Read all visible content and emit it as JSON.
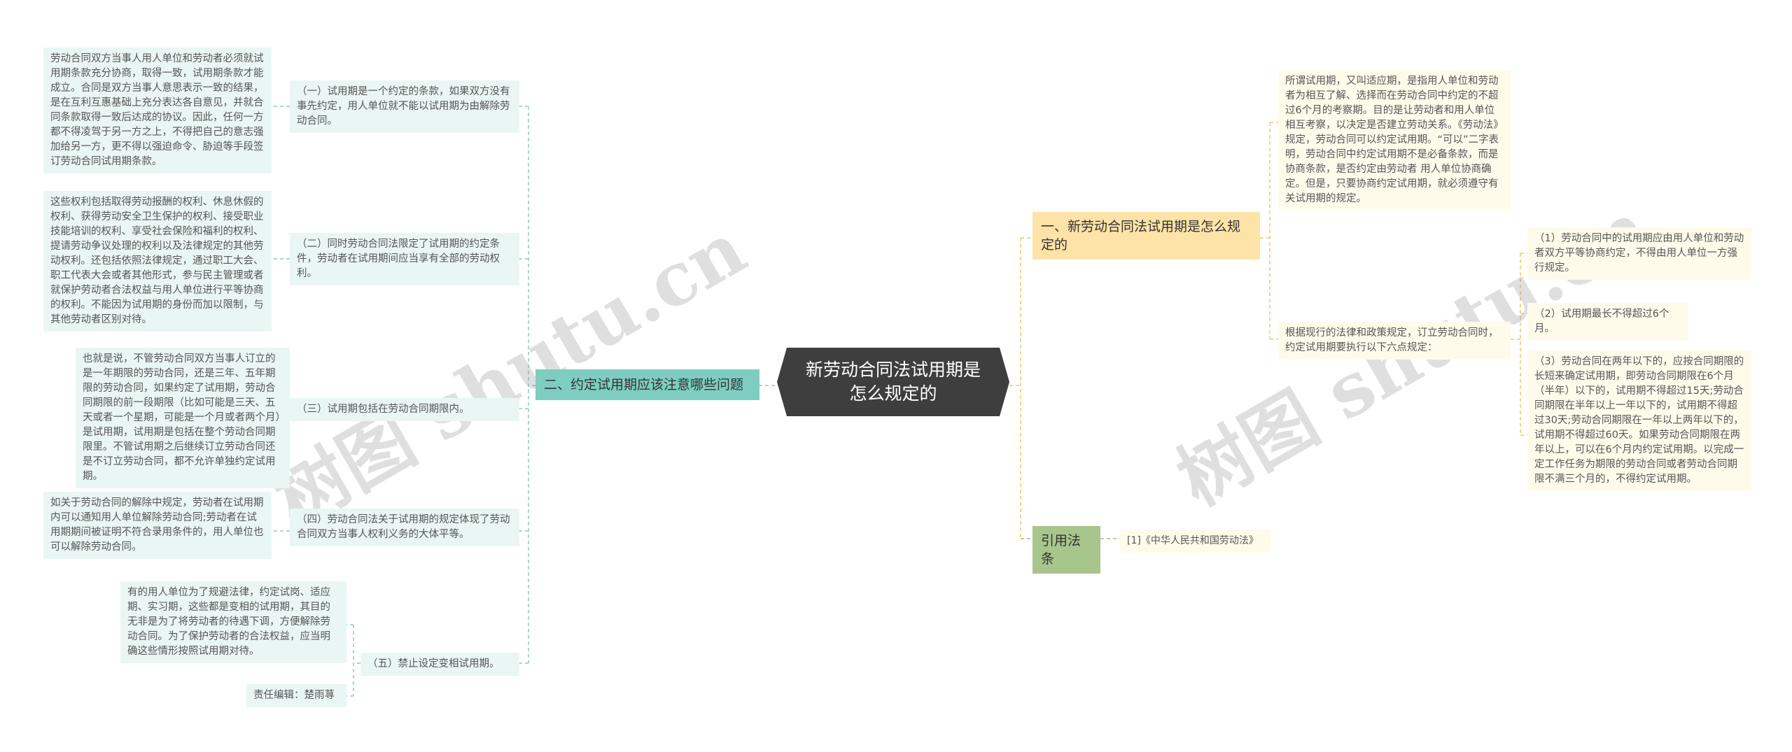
{
  "root": {
    "title": "新劳动合同法试用期是怎么规定的"
  },
  "branches": {
    "left": {
      "label": "二、约定试用期应该注意哪些问题",
      "items": [
        {
          "label": "（一）试用期是一个约定的条款，如果双方没有事先约定，用人单位就不能以试用期为由解除劳动合同。",
          "detail": "劳动合同双方当事人用人单位和劳动者必须就试用期条款充分协商，取得一致，试用期条款才能成立。合同是双方当事人意思表示一致的结果，是在互利互惠基础上充分表达各自意见，并就合同条款取得一致后达成的协议。因此，任何一方都不得凌驾于另一方之上，不得把自己的意志强加给另一方，更不得以强迫命令、胁迫等手段签订劳动合同试用期条款。"
        },
        {
          "label": "（二）同时劳动合同法限定了试用期的约定条件，劳动者在试用期间应当享有全部的劳动权利。",
          "detail": "这些权利包括取得劳动报酬的权利、休息休假的权利、获得劳动安全卫生保护的权利、接受职业技能培训的权利、享受社会保险和福利的权利、提请劳动争议处理的权利以及法律规定的其他劳动权利。还包括依照法律规定，通过职工大会、职工代表大会或者其他形式，参与民主管理或者就保护劳动者合法权益与用人单位进行平等协商的权利。不能因为试用期的身份而加以限制，与其他劳动者区别对待。"
        },
        {
          "label": "（三）试用期包括在劳动合同期限内。",
          "detail": "也就是说，不管劳动合同双方当事人订立的是一年期限的劳动合同，还是三年、五年期限的劳动合同，如果约定了试用期，劳动合同期限的前一段期限（比如可能是三天、五天或者一个星期，可能是一个月或者两个月）是试用期，试用期是包括在整个劳动合同期限里。不管试用期之后继续订立劳动合同还是不订立劳动合同，都不允许单独约定试用期。"
        },
        {
          "label": "（四）劳动合同法关于试用期的规定体现了劳动合同双方当事人权利义务的大体平等。",
          "detail": "如关于劳动合同的解除中规定，劳动者在试用期内可以通知用人单位解除劳动合同;劳动者在试用期期间被证明不符合录用条件的，用人单位也可以解除劳动合同。"
        },
        {
          "label": "（五）禁止设定变相试用期。",
          "detail": "有的用人单位为了规避法律，约定试岗、适应期、实习期，这些都是变相的试用期，其目的无非是为了将劳动者的待遇下调，方便解除劳动合同。为了保护劳动者的合法权益，应当明确这些情形按照试用期对待。",
          "editor": "责任编辑：楚雨荨"
        }
      ]
    },
    "right_top": {
      "label": "一、新劳动合同法试用期是怎么规定的",
      "intro": "所谓试用期，又叫适应期，是指用人单位和劳动者为相互了解、选择而在劳动合同中约定的不超过6个月的考察期。目的是让劳动者和用人单位相互考察，以决定是否建立劳动关系。《劳动法》规定，劳动合同可以约定试用期。“可以”二字表明，劳动合同中约定试用期不是必备条款，而是协商条款，是否约定由劳动者 用人单位协商确定。但是，只要协商约定试用期，就必须遵守有关试用期的规定。",
      "rules_label": "根据现行的法律和政策规定，订立劳动合同时，约定试用期要执行以下六点规定：",
      "rules": [
        "（1）劳动合同中的试用期应由用人单位和劳动者双方平等协商约定，不得由用人单位一方强行规定。",
        "（2）试用期最长不得超过6个月。",
        "（3）劳动合同在两年以下的，应按合同期限的长短来确定试用期，即劳动合同期限在6个月（半年）以下的，试用期不得超过15天;劳动合同期限在半年以上一年以下的，试用期不得超过30天;劳动合同期限在一年以上两年以下的，试用期不得超过60天。如果劳动合同期限在两年以上，可以在6个月内约定试用期。以完成一定工作任务为期限的劳动合同或者劳动合同期限不满三个月的，不得约定试用期。"
      ]
    },
    "right_bottom": {
      "label": "引用法条",
      "items": [
        "[1]《中华人民共和国劳动法》"
      ]
    }
  },
  "watermark": [
    "树图 shutu.cn",
    "树图 shutu.cn"
  ],
  "colors": {
    "root": "#3e3e3e",
    "left_branch": "#7ecdc1",
    "right_top_branch": "#fde3a7",
    "right_bottom_branch": "#a8c58c",
    "left_leaf": "#eaf6f3",
    "right_leaf": "#fffbeb"
  }
}
